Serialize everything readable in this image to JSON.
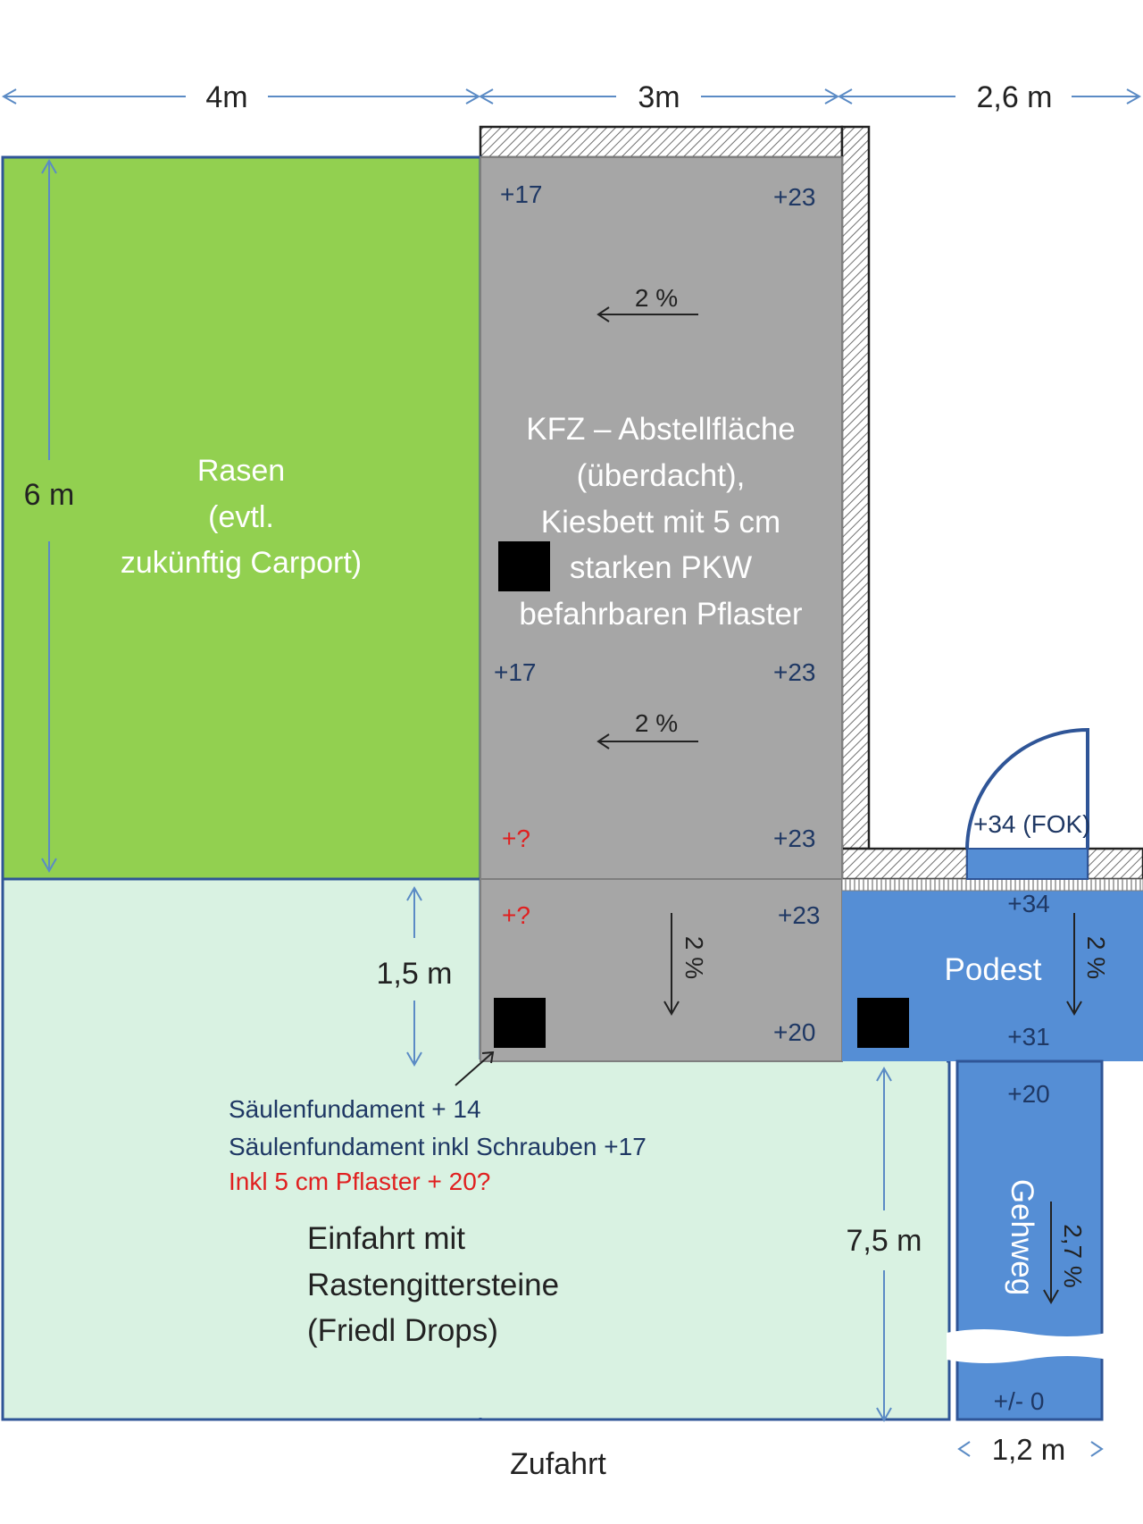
{
  "dimensions": {
    "top_1": "4m",
    "top_2": "3m",
    "top_3": "2,6 m",
    "left_height": "6 m",
    "middle_height": "1,5 m",
    "driveway_height": "7,5 m",
    "walkway_width": "1,2 m"
  },
  "lawn": {
    "line1": "Rasen",
    "line2": "(evtl.",
    "line3": "zukünftig Carport)",
    "color": "#92d050"
  },
  "parking": {
    "line1": "KFZ – Abstellfläche",
    "line2": "(überdacht),",
    "line3": "Kiesbett mit 5 cm",
    "line4": "starken PKW",
    "line5": "befahrbaren Pflaster",
    "color": "#a6a6a6"
  },
  "elevations": {
    "top_left": "+17",
    "top_right": "+23",
    "mid_left": "+17",
    "mid_right": "+23",
    "low_left": "+?",
    "low_right": "+23",
    "lower_block_left": "+?",
    "lower_block_right_top": "+23",
    "lower_block_right_bottom": "+20",
    "door": "+34 (FOK)",
    "landing_top": "+34",
    "landing_bottom": "+31",
    "walkway_top": "+20",
    "walkway_bottom": "+/- 0"
  },
  "slopes": {
    "parking_top": "2 %",
    "parking_mid": "2 %",
    "lower_block": "2 %",
    "landing": "2 %",
    "walkway": "2,7 %"
  },
  "landing": {
    "label": "Podest",
    "color": "#558ed5"
  },
  "walkway": {
    "label": "Gehweg"
  },
  "annotations": {
    "foundation1": "Säulenfundament + 14",
    "foundation2": "Säulenfundament inkl Schrauben +17",
    "foundation3": "Inkl 5 cm Pflaster + 20?"
  },
  "driveway": {
    "line1": "Einfahrt mit",
    "line2": "Rastengittersteine",
    "line3": "(Friedl Drops)",
    "color": "#d9f2e2"
  },
  "access": "Zufahrt",
  "colors": {
    "dimension_line": "#5b8bc5",
    "elevation_text": "#1f3864",
    "warning_text": "#e02020",
    "outline": "#2f5597"
  }
}
